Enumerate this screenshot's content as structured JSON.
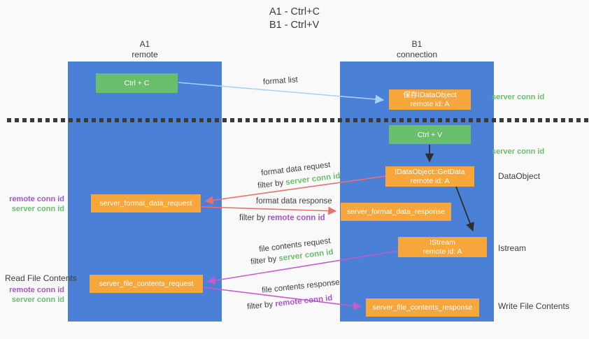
{
  "title": {
    "line1": "A1 - Ctrl+C",
    "line2": "B1 - Ctrl+V"
  },
  "colors": {
    "lane_blue": "#4a80d5",
    "box_green": "#6abf6c",
    "box_orange": "#f7a63c",
    "arrow_blue": "#a8d2f0",
    "arrow_red": "#e8706d",
    "arrow_magenta": "#c45ccc",
    "arrow_black": "#2f2f2f",
    "conn_id_green": "#6abf6c",
    "conn_id_purple": "#a855c8"
  },
  "lanes": {
    "a1": {
      "name": "A1",
      "role": "remote"
    },
    "b1": {
      "name": "B1",
      "role": "connection"
    }
  },
  "nodes": {
    "ctrl_c": {
      "label": "Ctrl + C"
    },
    "save_idataobject": {
      "line1": "保存IDataObject",
      "line2": "remote id: A"
    },
    "ctrl_v": {
      "label": "Ctrl + V"
    },
    "idataobject_getdata": {
      "line1": "IDataObject::GetData",
      "line2": "remote id: A"
    },
    "server_format_data_request": {
      "label": "server_format_data_request"
    },
    "server_format_data_response": {
      "label": "server_format_data_response"
    },
    "istream": {
      "line1": "IStream",
      "line2": "remote id: A"
    },
    "server_file_contents_request": {
      "label": "server_file_contents_request"
    },
    "server_file_contents_response": {
      "label": "server_file_contents_response"
    }
  },
  "edge_labels": {
    "format_list": "format list",
    "format_data_request": "format data request",
    "format_data_response": "format data response",
    "file_contents_request": "file contents request",
    "file_contents_response": "file contents response",
    "filter_by": "filter by ",
    "server_conn_id": "server conn id",
    "remote_conn_id": "remote conn id"
  },
  "side_labels": {
    "server_conn_id_top": "server conn id",
    "server_conn_id_mid": "server conn id",
    "dataobject": "DataObject",
    "istream": "Istream",
    "write_file_contents": "Write File Contents",
    "read_file_contents": "Read File Contents",
    "remote_conn_id": "remote conn id",
    "server_conn_id": "server conn id"
  }
}
